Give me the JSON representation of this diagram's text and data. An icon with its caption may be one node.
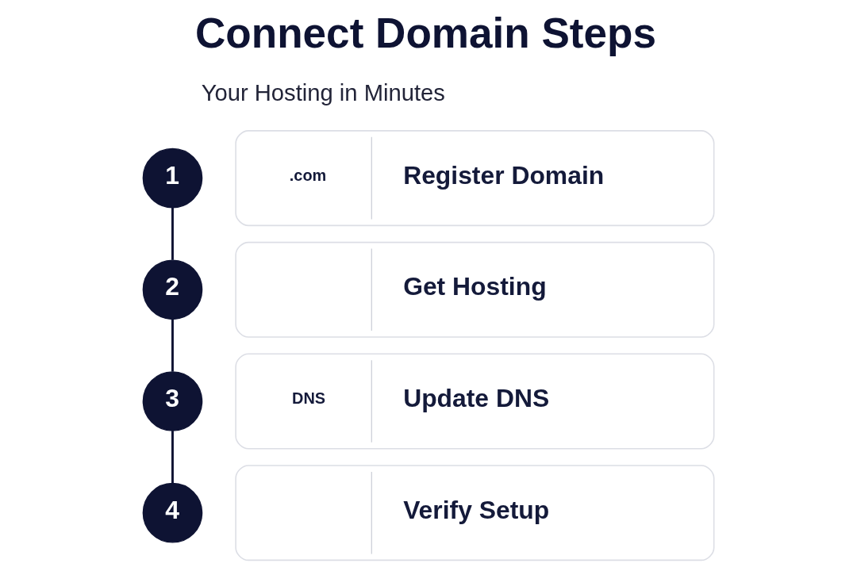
{
  "diagram": {
    "title": "Connect Domain Steps",
    "nodes": [
      {
        "text": [
          "1"
        ]
      },
      {
        "text": [
          ".com",
          "Register Domain"
        ]
      },
      {
        "text": [
          "2"
        ]
      },
      {
        "text": [
          "Get Hosting"
        ]
      },
      {
        "text": [
          "3"
        ]
      },
      {
        "text": [
          "DNS",
          "Update DNS"
        ]
      },
      {
        "text": [
          "4"
        ]
      },
      {
        "text": [
          "Verify Setup"
        ]
      }
    ],
    "edges": [
      {
        "from": 0,
        "to": 2,
        "arrow": "none"
      },
      {
        "from": 2,
        "to": 4,
        "arrow": "none"
      },
      {
        "from": 4,
        "to": 6,
        "arrow": "none"
      }
    ],
    "labels": [
      "Your Hosting in Minutes"
    ]
  }
}
